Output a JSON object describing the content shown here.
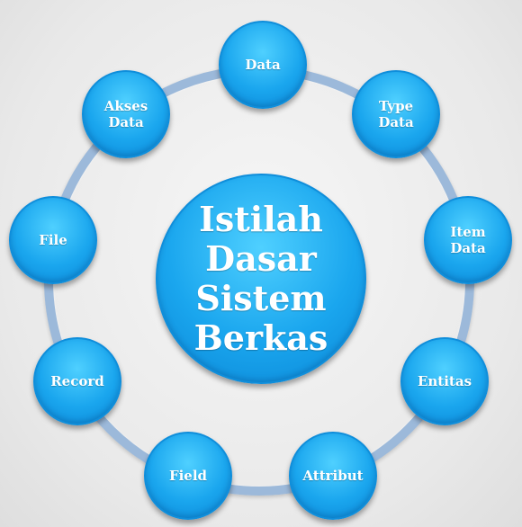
{
  "center": {
    "label": "Istilah\nDasar\nSistem\nBerkas"
  },
  "nodes": [
    {
      "label": "Data"
    },
    {
      "label": "Type\nData"
    },
    {
      "label": "Item\nData"
    },
    {
      "label": "Entitas"
    },
    {
      "label": "Attribut"
    },
    {
      "label": "Field"
    },
    {
      "label": "Record"
    },
    {
      "label": "File"
    },
    {
      "label": "Akses\nData"
    }
  ],
  "colors": {
    "node_fill": "#1aa6ee",
    "ring": "#9cb9da",
    "text": "#ffffff"
  }
}
